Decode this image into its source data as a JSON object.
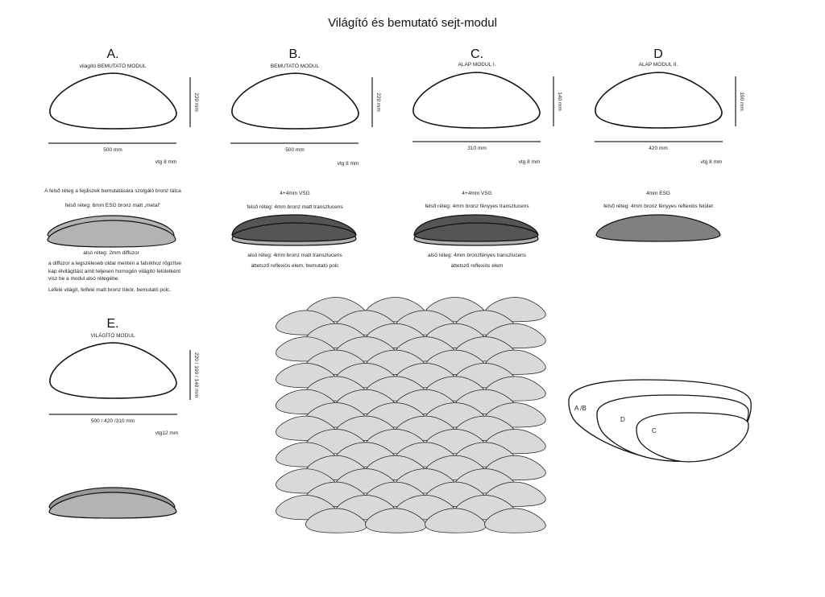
{
  "title": "Világító és bemutató sejt-modul",
  "modules": [
    {
      "letter": "A.",
      "name": "világító BEMUTATÓ MODUL",
      "width": "500 mm",
      "height": "220 mm",
      "thickness": "vtg 8 mm"
    },
    {
      "letter": "B.",
      "name": "BEMUTATÓ MODUL",
      "width": "500 mm",
      "height": "220 mm",
      "thickness": "vtg 8 mm"
    },
    {
      "letter": "C.",
      "name": "ALAP MODUL I.",
      "width": "310 mm",
      "height": "140 mm",
      "thickness": "vtg 8 mm"
    },
    {
      "letter": "D",
      "name": "ALAP MODUL II.",
      "width": "420 mm",
      "height": "190 mm",
      "thickness": "vtg 8 mm"
    },
    {
      "letter": "E.",
      "name": "VILÁGÍTÓ MODUL",
      "width": "500 / 420 /310 mm",
      "height": "220 / 190 / 140 mm",
      "thickness": "vtg12 mm"
    }
  ],
  "layers": {
    "a": {
      "intro": "A felső réteg a fejdiszek bemutatására szolgáló bronz tálca",
      "top": "felső réteg: 6mm ESG bronz matt „metal\"",
      "bottom": "alsó réteg: 2mm diffúzor",
      "desc": [
        "a diffúzor a legszéleseb oldal mentén a falsíkhoz rögzítve",
        "kap élvilágítást amit teljesen homogén világító felületként",
        "visz be a modul alsó rétegébe."
      ],
      "summary": "Lefelé világít, felfelé matt bronz tükör, bemutató polc."
    },
    "b": {
      "glass": "4+4mm VSG",
      "top": "felső réteg: 4mm bronz matt  transzlucens",
      "bottom": "alsó réteg: 4mm bronz matt  transzlucens",
      "note": "áttetsző reflexiós elem, bemutató polc"
    },
    "c": {
      "glass": "4+4mm VSG",
      "top": "felső réteg: 4mm bronz fényyes transzlucens",
      "bottom": "alsó réteg: 4mm bronzfényes  transzlucens",
      "note": "áttetsző reflexiós elem"
    },
    "d": {
      "glass": "4mm ESG",
      "top": "felső réteg: 4mm bronz fényyes reflexiós felület"
    }
  },
  "comparison": {
    "labels": [
      "A /B",
      "D",
      "C"
    ]
  },
  "pattern": {
    "rows": 17,
    "per_row": 4
  },
  "colors": {
    "tile": "#d9d9d9",
    "light_gray": "#b3b3b3",
    "dark_gray": "#555555",
    "mid_gray": "#808080"
  }
}
